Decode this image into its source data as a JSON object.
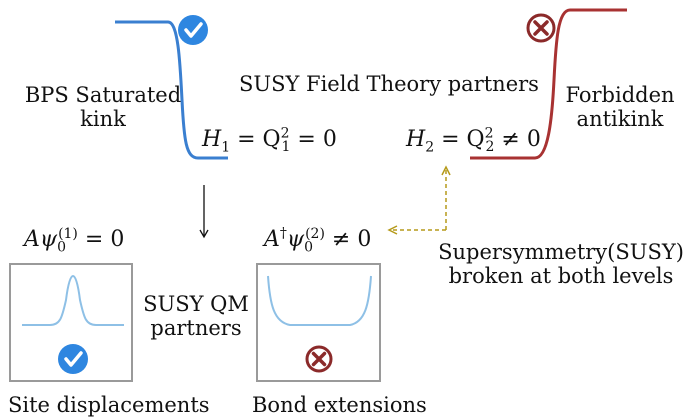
{
  "labels": {
    "bps_line1": "BPS Saturated",
    "bps_line2": "kink",
    "susy_ft": "SUSY Field Theory partners",
    "forbidden_line1": "Forbidden",
    "forbidden_line2": "antikink",
    "susy_qm_line1": "SUSY QM",
    "susy_qm_line2": "partners",
    "broken_line1": "Supersymmetry(SUSY)",
    "broken_line2": "broken at both levels",
    "site": "Site displacements",
    "bond": "Bond extensions"
  },
  "equations": {
    "h1_lhs": "H",
    "h1_sub": "1",
    "h1_mid": " = Q",
    "h1_sup": "2",
    "h1_sub2": "1",
    "h1_rhs": " = 0",
    "h2_lhs": "H",
    "h2_sub": "2",
    "h2_mid": " = Q",
    "h2_sup": "2",
    "h2_sub2": "2",
    "h2_rhs": " ≠ 0",
    "a1_op": "Aψ",
    "a1_sub": "0",
    "a1_sup": "(1)",
    "a1_rhs": " = 0",
    "a2_op": "A",
    "a2_dag": "†",
    "a2_psi": "ψ",
    "a2_sub": "0",
    "a2_sup": "(2)",
    "a2_rhs": " ≠ 0"
  },
  "colors": {
    "kink": "#3a7fd0",
    "antikink": "#a83232",
    "check_bg": "#2e86e0",
    "cross": "#8b2a2a",
    "mode_curve": "#8ec0e6",
    "dashed_arrow": "#b59a1a"
  },
  "icons": {
    "valid": "check-circle-icon",
    "invalid": "cross-circle-icon"
  }
}
